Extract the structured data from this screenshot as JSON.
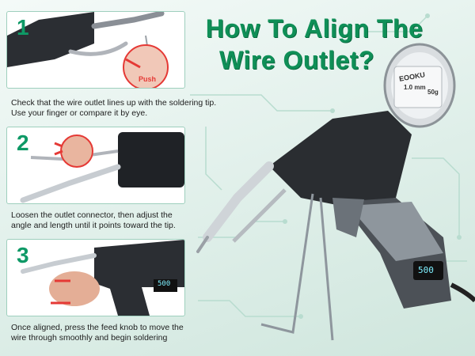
{
  "title": {
    "line1": "How To Align The",
    "line2": "Wire Outlet?"
  },
  "steps": [
    {
      "number": "1",
      "text_line1": "Check that the wire outlet lines up with the soldering tip.",
      "text_line2": "Use your finger or compare it by eye.",
      "tag": "Push"
    },
    {
      "number": "2",
      "text_line1": "Loosen the outlet connector, then adjust the",
      "text_line2": "angle and length until it points toward the tip."
    },
    {
      "number": "3",
      "text_line1": "Once aligned, press the feed knob to move the",
      "text_line2": "wire through smoothly and begin soldering"
    }
  ],
  "product": {
    "brand": "EOOKU",
    "display_value": "500",
    "spool_weight": "50g",
    "spool_text": "1.0 mm"
  },
  "colors": {
    "accent": "#0f8f57",
    "arrow": "#e53935",
    "panel_border": "#9ecfbd"
  }
}
